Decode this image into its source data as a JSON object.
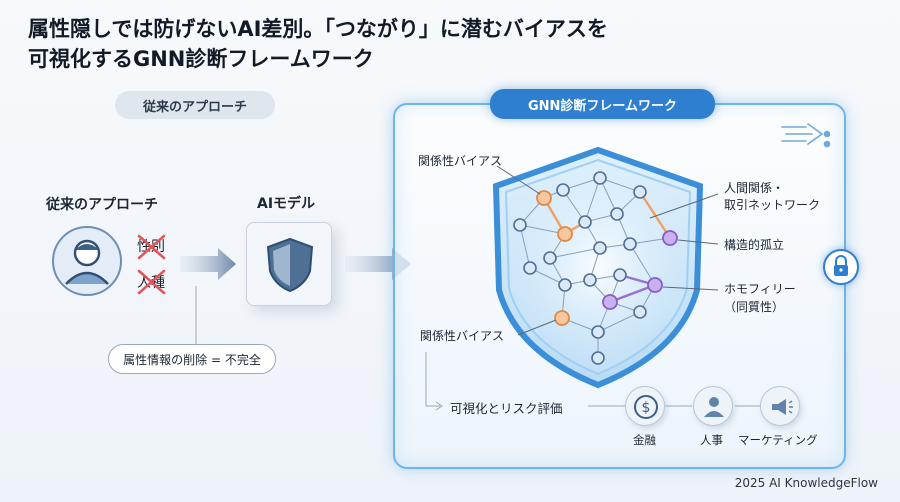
{
  "title": {
    "line1": "属性隠しでは防げないAI差別。「つながり」に潜むバイアスを",
    "line2": "可視化するGNN診断フレームワーク"
  },
  "left": {
    "pill": "従来のアプローチ",
    "heading": "従来のアプローチ",
    "attr1": "性別",
    "attr2": "人種",
    "model_label": "AIモデル",
    "note": "属性情報の削除 = 不完全"
  },
  "right": {
    "pill": "GNN診断フレームワーク",
    "bias_top": "関係性バイアス",
    "bias_bottom": "関係性バイアス",
    "network_label": "人間関係・\n取引ネットワーク",
    "network_line1": "人間関係・",
    "network_line2": "取引ネットワーク",
    "isolation": "構造的孤立",
    "homophily_line1": "ホモフィリー",
    "homophily_line2": "（同質性）",
    "visualize": "可視化とリスク評価",
    "domains": [
      {
        "label": "金融",
        "icon": "dollar-coin-icon"
      },
      {
        "label": "人事",
        "icon": "person-icon"
      },
      {
        "label": "マーケティング",
        "icon": "megaphone-icon"
      }
    ]
  },
  "footer": "2025 AI KnowledgeFlow",
  "colors": {
    "accent": "#2f7fd0",
    "bias_orange": "#f0a062",
    "bias_purple": "#9b6fd6",
    "cross_red": "#e2585a"
  }
}
